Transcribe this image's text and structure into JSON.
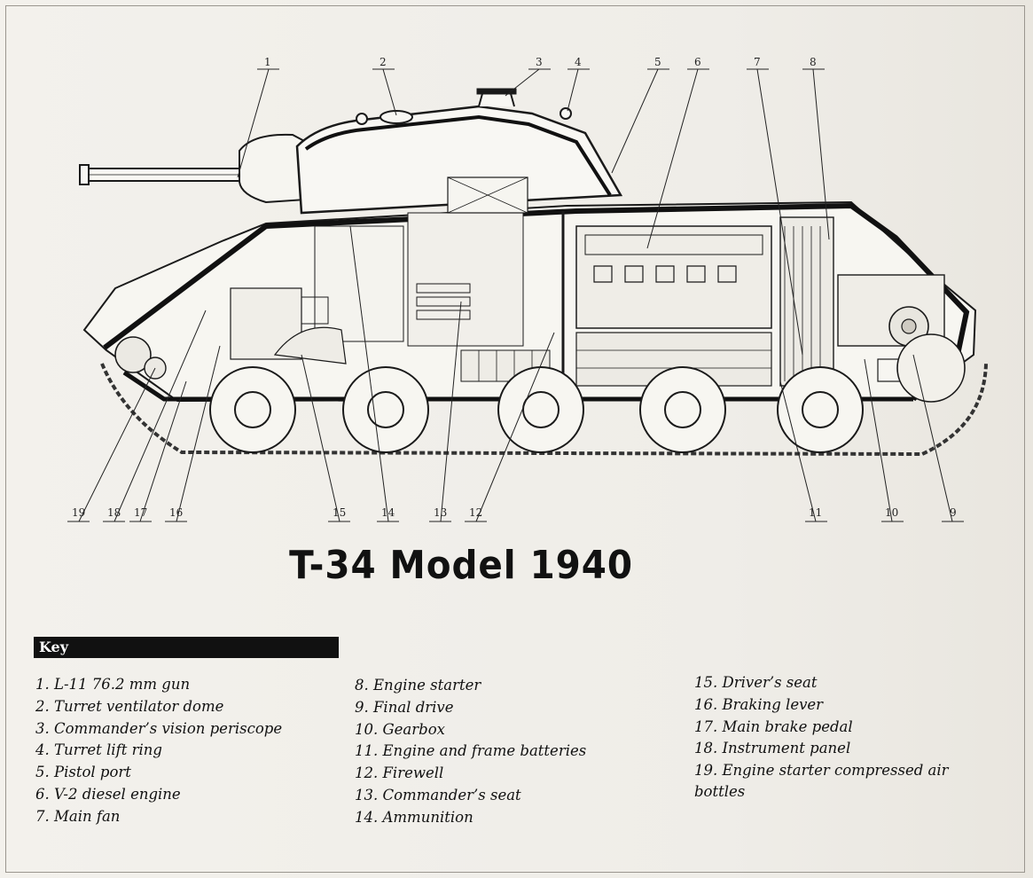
{
  "title": "T-34 Model 1940",
  "callouts": [
    "1",
    "2",
    "3",
    "4",
    "5",
    "6",
    "7",
    "8",
    "9",
    "10",
    "11",
    "12",
    "13",
    "14",
    "15",
    "16",
    "17",
    "18",
    "19"
  ],
  "key": {
    "header": "Key",
    "columns": [
      [
        "1.  L-11 76.2 mm gun",
        "2. Turret ventilator dome",
        "3. Commander’s vision periscope",
        "4. Turret lift ring",
        "5. Pistol port",
        "6. V-2 diesel engine",
        "7. Main fan"
      ],
      [
        "8. Engine starter",
        " 9. Final drive",
        "10. Gearbox",
        "11. Engine and frame batteries",
        "12. Firewell",
        "13. Commander’s seat",
        "14. Ammunition"
      ],
      [
        "15. Driver’s seat",
        "16. Braking lever",
        "17. Main brake pedal",
        "18. Instrument panel",
        "19. Engine starter compressed air bottles"
      ]
    ]
  },
  "colors": {
    "ink": "#111111",
    "paper": "#f1efea",
    "key_header_bg": "#111111",
    "key_header_text": "#ffffff"
  }
}
